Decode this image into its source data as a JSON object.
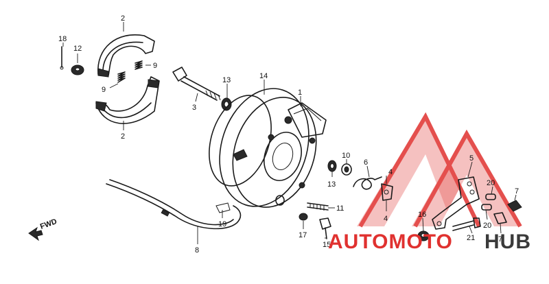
{
  "callouts": {
    "c1": "1",
    "c2a": "2",
    "c2b": "2",
    "c3": "3",
    "c4a": "4",
    "c4b": "4",
    "c5": "5",
    "c6": "6",
    "c7a": "7",
    "c7b": "7",
    "c8": "8",
    "c9a": "9",
    "c9b": "9",
    "c10": "10",
    "c11": "11",
    "c12": "12",
    "c13a": "13",
    "c13b": "13",
    "c14": "14",
    "c15": "15",
    "c16": "16",
    "c17": "17",
    "c18": "18",
    "c19": "19",
    "c20a": "20",
    "c20b": "20",
    "c21": "21"
  },
  "fwd_label": "FWD",
  "watermark": {
    "auto": "AUTOMOTO",
    "hub": "HUB"
  },
  "colors": {
    "watermark_red": "#e0312f",
    "watermark_gray": "#3a3a3a",
    "line": "#1a1a1a"
  }
}
